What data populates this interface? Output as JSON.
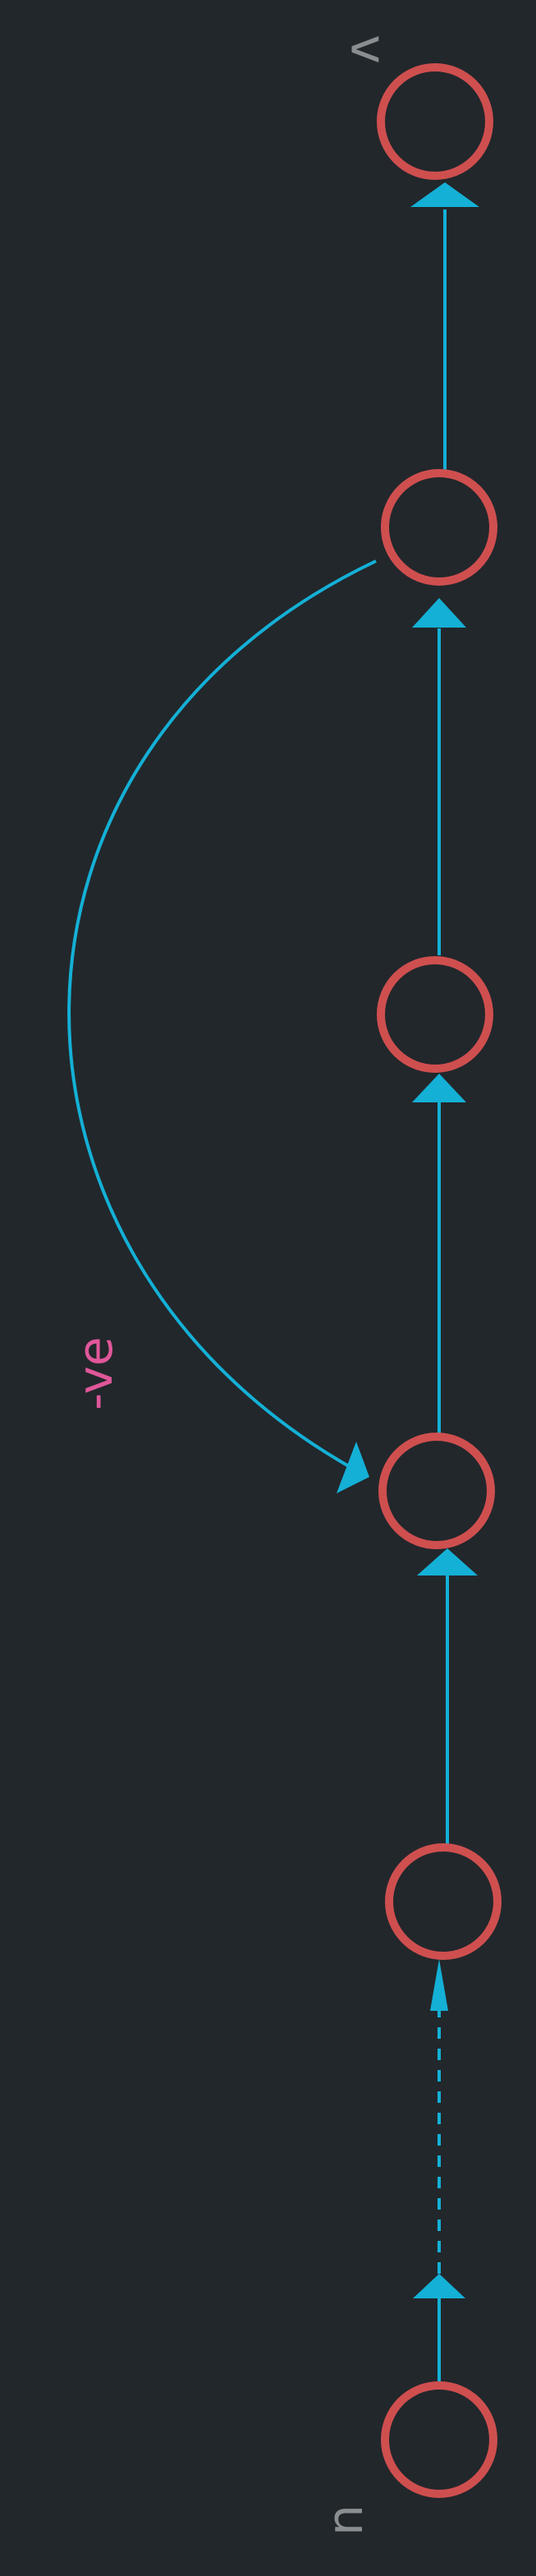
{
  "diagram": {
    "colors": {
      "background": "#22272b",
      "node_stroke": "#cf4f4f",
      "edge": "#14b0d6",
      "label_gray": "#8a8e91",
      "label_pink": "#e0579a"
    },
    "nodes": [
      {
        "id": "v",
        "label": "v"
      },
      {
        "id": "n2",
        "label": ""
      },
      {
        "id": "n3",
        "label": ""
      },
      {
        "id": "n4",
        "label": ""
      },
      {
        "id": "n5",
        "label": ""
      },
      {
        "id": "u",
        "label": "u"
      }
    ],
    "edges": [
      {
        "from": "u",
        "to": "n5",
        "style": "dashed"
      },
      {
        "from": "n5",
        "to": "n4",
        "style": "solid"
      },
      {
        "from": "n4",
        "to": "n3",
        "style": "solid"
      },
      {
        "from": "n3",
        "to": "n2",
        "style": "solid"
      },
      {
        "from": "n2",
        "to": "v",
        "style": "solid"
      },
      {
        "from": "n2",
        "to": "n4",
        "style": "curved",
        "label": "-ve"
      }
    ]
  }
}
